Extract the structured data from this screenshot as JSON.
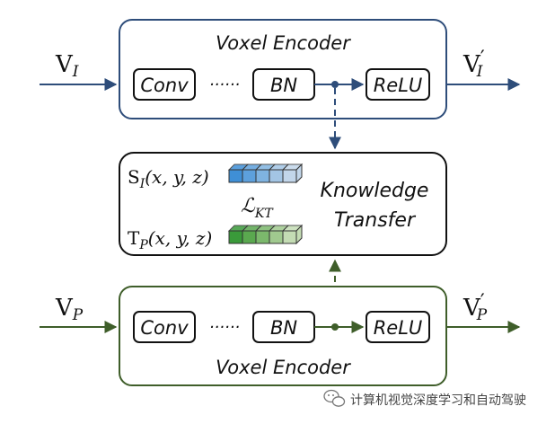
{
  "top_encoder": {
    "title": "Voxel Encoder",
    "conv": "Conv",
    "dots": "······",
    "bn": "BN",
    "relu": "ReLU",
    "input": {
      "base": "V",
      "sub": "I"
    },
    "output": {
      "base": "V",
      "prime": "′",
      "sub": "I"
    },
    "color": "#2e4d7a"
  },
  "knowledge_transfer": {
    "title_line1": "Knowledge",
    "title_line2": "Transfer",
    "student": {
      "base": "S",
      "sub": "I",
      "args": "(x, y, z)"
    },
    "teacher": {
      "base": "T",
      "sub": "P",
      "args": "(x, y, z)"
    },
    "loss": {
      "base": "ℒ",
      "sub": "KT"
    },
    "student_colors": [
      "#3f8fd6",
      "#5da0dc",
      "#7fb3e0",
      "#a3c5e4",
      "#c2d6ea"
    ],
    "teacher_colors": [
      "#3a9a3a",
      "#5aa84f",
      "#7bb86c",
      "#a0c98f",
      "#c4dcb4"
    ]
  },
  "bottom_encoder": {
    "title": "Voxel Encoder",
    "conv": "Conv",
    "dots": "······",
    "bn": "BN",
    "relu": "ReLU",
    "input": {
      "base": "V",
      "sub": "P"
    },
    "output": {
      "base": "V",
      "prime": "′",
      "sub": "P"
    },
    "color": "#3f5e2a"
  },
  "watermark": {
    "text": "计算机视觉深度学习和自动驾驶",
    "icon": "wechat-icon"
  }
}
